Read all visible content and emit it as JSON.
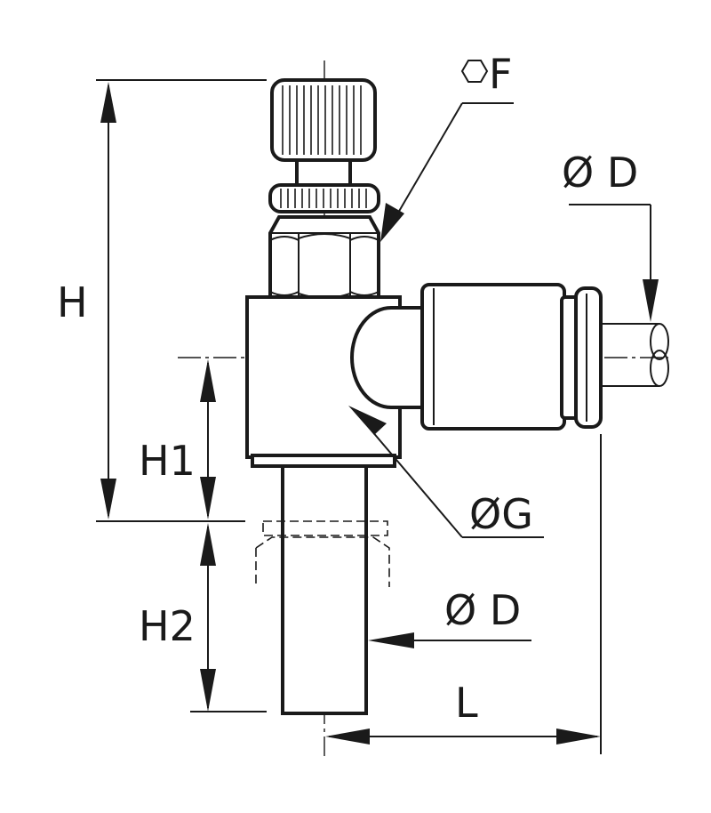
{
  "labels": {
    "hex_size": "F",
    "height_total": "H",
    "height_1": "H1",
    "height_2": "H2",
    "tube_diameter_side": "Ø D",
    "tube_diameter_bottom": "Ø D",
    "body_thread": "ØG",
    "length": "L"
  },
  "icons": {
    "hex_symbol": "hexagon-icon"
  },
  "colors": {
    "line": "#1a1a1a",
    "background": "#ffffff"
  }
}
